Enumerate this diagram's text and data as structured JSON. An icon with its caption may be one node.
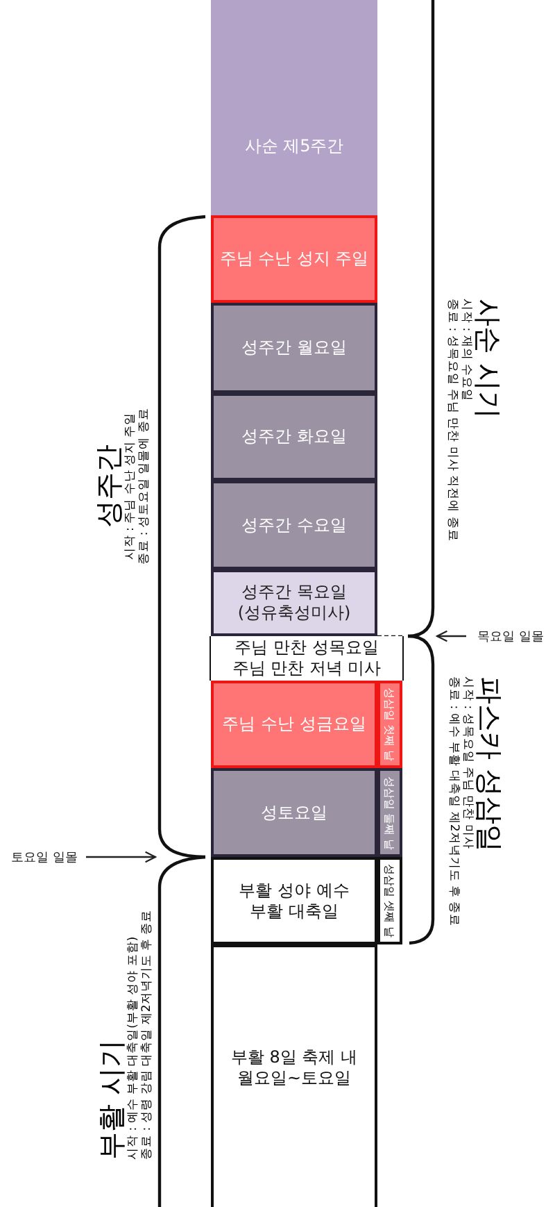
{
  "diagram": {
    "nodes": [
      {
        "text": [
          "사순 제5주간"
        ]
      },
      {
        "text": [
          "주님 수난 성지 주일"
        ]
      },
      {
        "text": [
          "성주간 월요일"
        ]
      },
      {
        "text": [
          "성주간 화요일"
        ]
      },
      {
        "text": [
          "성주간 수요일"
        ]
      },
      {
        "text": [
          "성주간 목요일 (성유축성미사)"
        ]
      },
      {
        "text": [
          "주님 만찬 성목요일 주님 만찬 저녁 미사"
        ]
      },
      {
        "text": [
          "주님 수난 성금요일"
        ]
      },
      {
        "text": [
          "성삼일 첫째 날"
        ]
      },
      {
        "text": [
          "성토요일"
        ]
      },
      {
        "text": [
          "성삼일 둘째 날"
        ]
      },
      {
        "text": [
          "부활 성야 예수 부활 대축일"
        ]
      },
      {
        "text": [
          "성삼일 셋째 날"
        ]
      },
      {
        "text": [
          "부활 8일 축제 내 월요일~토요일"
        ]
      },
      {
        "text": [
          "목요일 일몰"
        ]
      },
      {
        "text": [
          "토요일 일몰"
        ]
      },
      {
        "text": [],
        "shape": "bracket"
      },
      {
        "text": [],
        "shape": "bracket"
      },
      {
        "text": [],
        "shape": "bracket"
      },
      {
        "text": [],
        "shape": "bracket"
      }
    ],
    "edges": [
      {
        "from": 14,
        "to": 16,
        "arrow": "to"
      },
      {
        "from": 15,
        "to": 18,
        "arrow": "to"
      }
    ],
    "labels": [
      "사순 시기",
      "시작 : 재의 수요일",
      "종료 : 성목요일 주님 만찬 미사 직전에 종료",
      "성주간",
      "시작 : 주님 수난 성지 주일",
      "종료 : 성토요일 일몰에 종료",
      "파스카 성삼일",
      "시작 : 성목요일 주님 만찬 미사",
      "종료 : 예수 부활 대축일 제2저녁기도 후 종료",
      "부활 시기",
      "시작 : 예수 부활 대축일(부활 성야 포함)",
      "종료 : 성령 강림 대축일 제2저녁기도 후 종료"
    ]
  }
}
